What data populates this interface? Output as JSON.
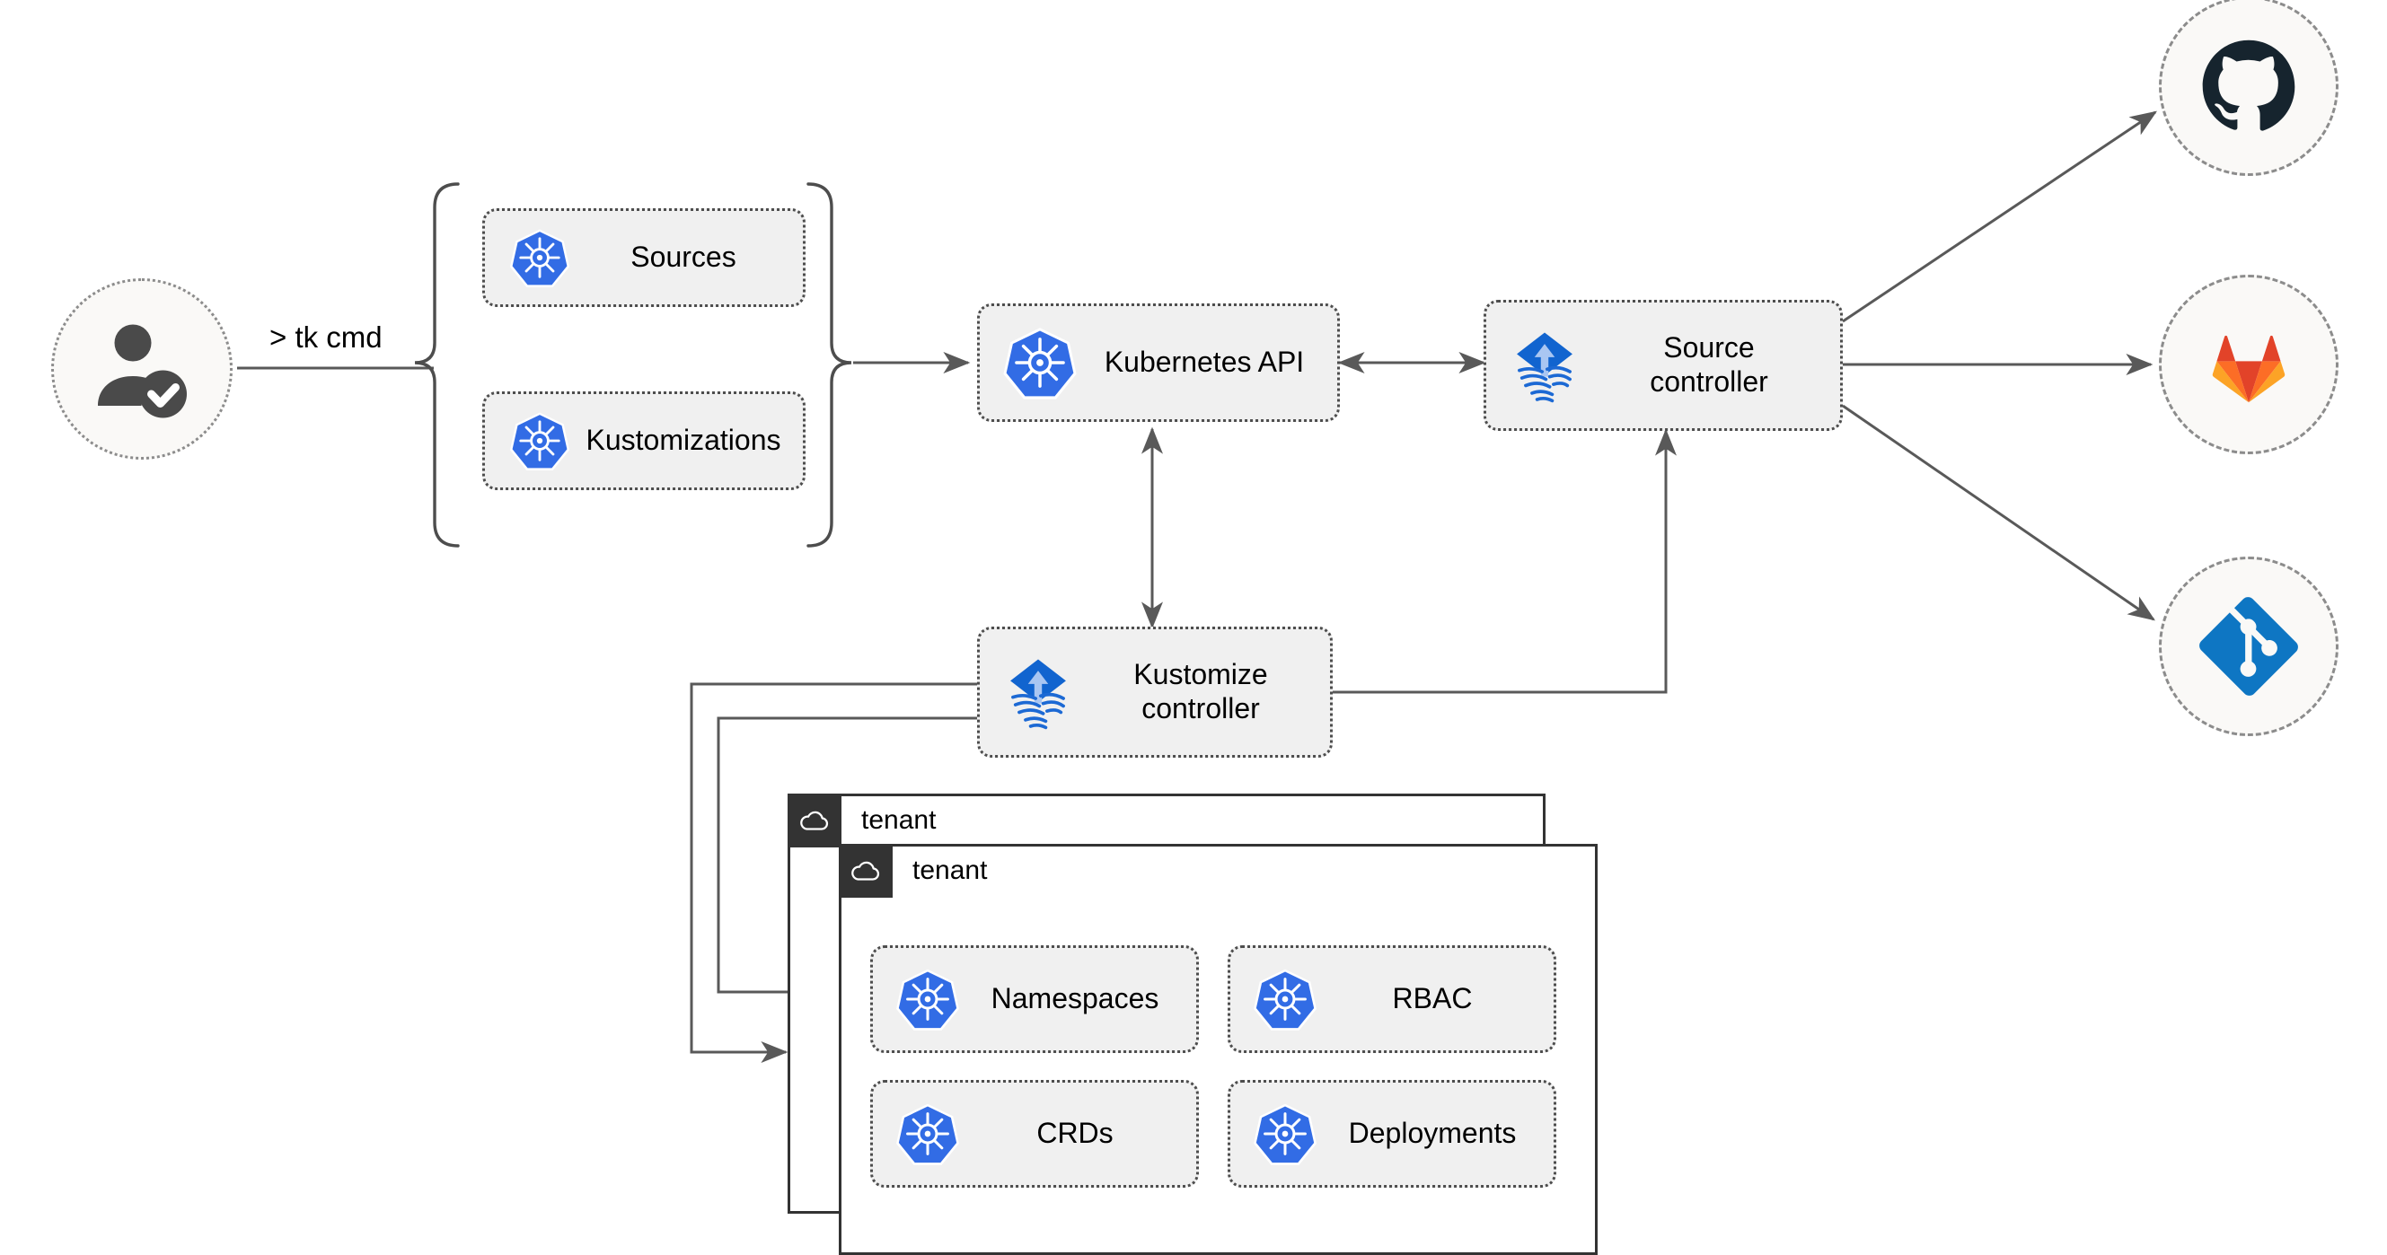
{
  "diagram": {
    "title": "Flux multi-tenancy GitOps architecture",
    "colors": {
      "kubernetes_blue": "#326CE5",
      "flux_blue": "#1164CF",
      "flux_light": "#A9C6F2",
      "git_blue": "#0E76C3",
      "github_navy": "#16242E",
      "gitlab_red": "#E24329",
      "gitlab_orange": "#FC6D26",
      "gitlab_amber": "#FCA326",
      "node_fill": "#F0F0F0",
      "node_border": "#4D4D4D",
      "edge": "#595959",
      "window_border": "#333333",
      "badge_fill": "#333333",
      "circle_fill": "#FAF9F7"
    }
  },
  "actor": {
    "name": "user",
    "icon": "user-verified-icon",
    "command_label": "> tk cmd"
  },
  "cli_group": {
    "brace": "curly-brace",
    "items": [
      {
        "label": "Sources",
        "icon": "kubernetes-icon"
      },
      {
        "label": "Kustomizations",
        "icon": "kubernetes-icon"
      }
    ]
  },
  "cluster": {
    "api": {
      "label": "Kubernetes API",
      "icon": "kubernetes-icon"
    },
    "source_controller": {
      "label": "Source\ncontroller",
      "icon": "flux-icon"
    },
    "kustomize_controller": {
      "label": "Kustomize\ncontroller",
      "icon": "flux-icon"
    }
  },
  "repositories": [
    {
      "name": "github",
      "icon": "github-icon"
    },
    {
      "name": "gitlab",
      "icon": "gitlab-icon"
    },
    {
      "name": "git",
      "icon": "git-icon"
    }
  ],
  "tenants": [
    {
      "title": "tenant",
      "icon": "cloud-icon",
      "resources": []
    },
    {
      "title": "tenant",
      "icon": "cloud-icon",
      "resources": [
        {
          "label": "Namespaces",
          "icon": "kubernetes-icon"
        },
        {
          "label": "RBAC",
          "icon": "kubernetes-icon"
        },
        {
          "label": "CRDs",
          "icon": "kubernetes-icon"
        },
        {
          "label": "Deployments",
          "icon": "kubernetes-icon"
        }
      ]
    }
  ],
  "edges": [
    {
      "from": "user",
      "to": "cli-group",
      "kind": "line",
      "label": "> tk cmd"
    },
    {
      "from": "cli-group",
      "to": "kubernetes-api",
      "kind": "arrow"
    },
    {
      "from": "kubernetes-api",
      "to": "source-controller",
      "kind": "double-arrow"
    },
    {
      "from": "kubernetes-api",
      "to": "kustomize-controller",
      "kind": "double-arrow"
    },
    {
      "from": "kustomize-controller",
      "to": "source-controller",
      "kind": "arrow"
    },
    {
      "from": "source-controller",
      "to": "github",
      "kind": "arrow"
    },
    {
      "from": "source-controller",
      "to": "gitlab",
      "kind": "arrow"
    },
    {
      "from": "source-controller",
      "to": "git",
      "kind": "arrow"
    },
    {
      "from": "kustomize-controller",
      "to": "tenant-outer",
      "kind": "arrow"
    },
    {
      "from": "kustomize-controller",
      "to": "tenant-inner",
      "kind": "arrow"
    }
  ]
}
